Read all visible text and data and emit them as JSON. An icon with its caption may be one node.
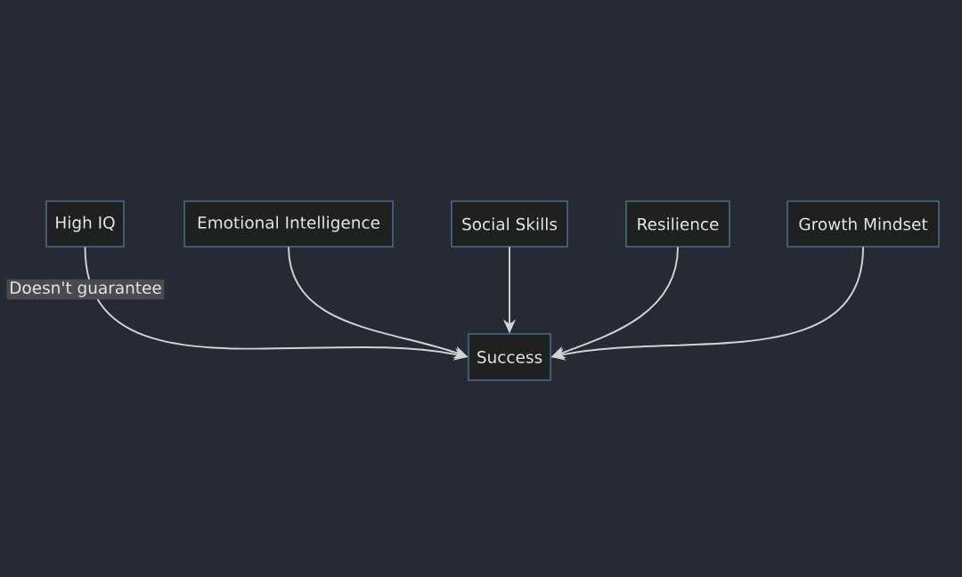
{
  "diagram": {
    "nodes": [
      {
        "text": [
          "High IQ"
        ]
      },
      {
        "text": [
          "Emotional Intelligence"
        ]
      },
      {
        "text": [
          "Social Skills"
        ]
      },
      {
        "text": [
          "Resilience"
        ]
      },
      {
        "text": [
          "Growth Mindset"
        ]
      },
      {
        "text": [
          "Success"
        ]
      }
    ],
    "edges": [
      {
        "from": 0,
        "to": 5,
        "arrow": "to",
        "label": "Doesn't guarantee"
      },
      {
        "from": 1,
        "to": 5,
        "arrow": "to"
      },
      {
        "from": 2,
        "to": 5,
        "arrow": "to"
      },
      {
        "from": 3,
        "to": 5,
        "arrow": "to"
      },
      {
        "from": 4,
        "to": 5,
        "arrow": "to"
      }
    ]
  }
}
